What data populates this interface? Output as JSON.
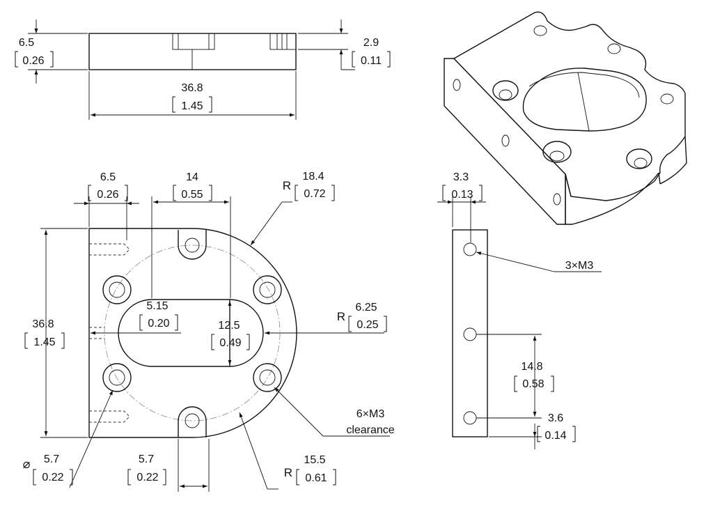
{
  "top_view": {
    "thickness": {
      "mm": "6.5",
      "in": "0.26"
    },
    "counterbore_depth": {
      "mm": "2.9",
      "in": "0.11"
    },
    "width": {
      "mm": "36.8",
      "in": "1.45"
    }
  },
  "front_view": {
    "left_wall": {
      "mm": "6.5",
      "in": "0.26"
    },
    "slot_span": {
      "mm": "14",
      "in": "0.55"
    },
    "outer_radius": {
      "prefix": "R",
      "mm": "18.4",
      "in": "0.72"
    },
    "slot_offset": {
      "mm": "5.15",
      "in": "0.20"
    },
    "slot_width": {
      "mm": "12.5",
      "in": "0.49"
    },
    "slot_radius": {
      "prefix": "R",
      "mm": "6.25",
      "in": "0.25"
    },
    "height": {
      "mm": "36.8",
      "in": "1.45"
    },
    "hole_pattern": {
      "label_line1": "6×M3",
      "label_line2": "clearance"
    },
    "counterbore_dia": {
      "prefix": "⌀",
      "mm": "5.7",
      "in": "0.22"
    },
    "notch_width": {
      "mm": "5.7",
      "in": "0.22"
    },
    "bolt_circle": {
      "prefix": "R",
      "mm": "15.5",
      "in": "0.61"
    }
  },
  "side_view": {
    "wall": {
      "mm": "3.3",
      "in": "0.13"
    },
    "tapped_holes": {
      "label": "3×M3"
    },
    "hole_spacing": {
      "mm": "14.8",
      "in": "0.58"
    },
    "bottom_offset": {
      "mm": "3.6",
      "in": "0.14"
    }
  }
}
